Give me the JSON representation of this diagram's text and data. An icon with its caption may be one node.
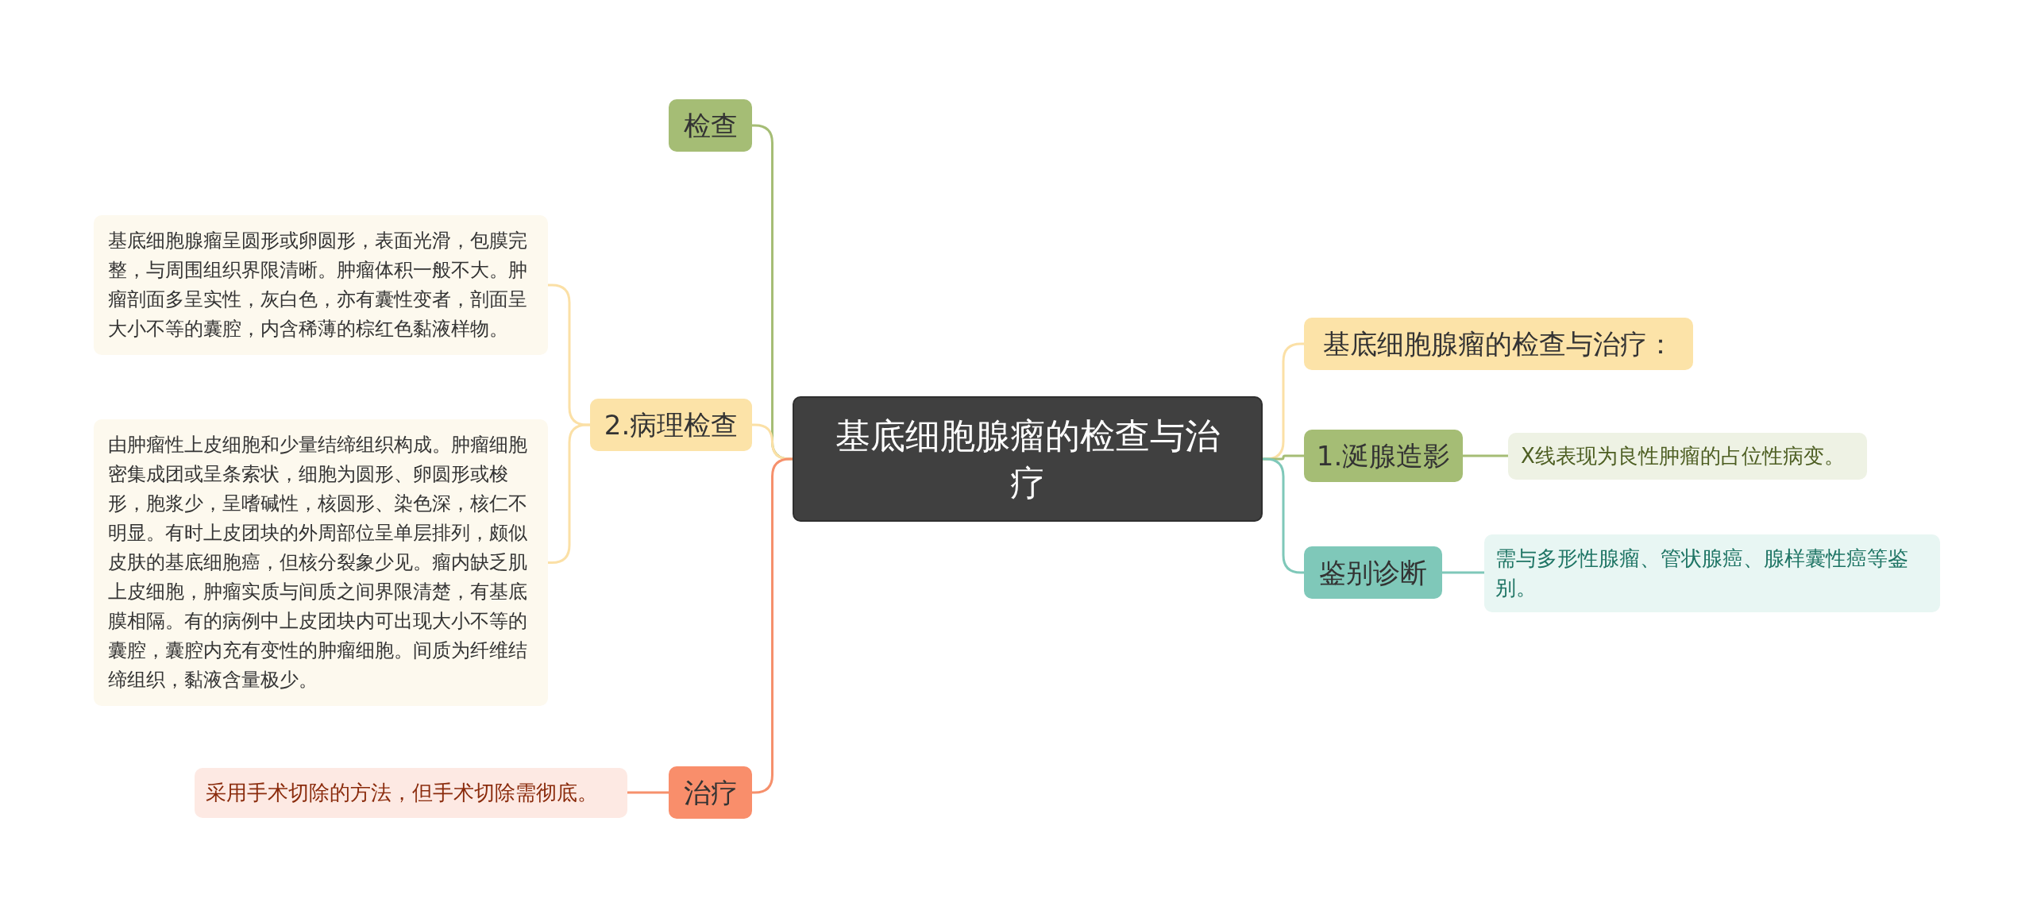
{
  "diagram": {
    "nodes": [
      {
        "text": [
          "基底细胞腺瘤的检查与治疗"
        ]
      },
      {
        "text": [
          "检查"
        ]
      },
      {
        "text": [
          "2.病理检查"
        ]
      },
      {
        "text": [
          "基底细胞腺瘤呈圆形或卵圆形，表面光滑，包膜完整，与周围组织界限清晰。肿瘤体积一般不大。肿瘤剖面多呈实性，灰白色，亦有囊性变者，剖面呈大小不等的囊腔，内含稀薄的棕红色黏液样物。"
        ]
      },
      {
        "text": [
          "由肿瘤性上皮细胞和少量结缔组织构成。肿瘤细胞密集成团或呈条索状，细胞为圆形、卵圆形或梭形，胞浆少，呈嗜碱性，核圆形、染色深，核仁不明显。有时上皮团块的外周部位呈单层排列，颇似皮肤的基底细胞癌，但核分裂象少见。瘤内缺乏肌上皮细胞，肿瘤实质与间质之间界限清楚，有基底膜相隔。有的病例中上皮团块内可出现大小不等的囊腔，囊腔内充有变性的肿瘤细胞。间质为纤维结缔组织，黏液含量极少。"
        ]
      },
      {
        "text": [
          "治疗"
        ]
      },
      {
        "text": [
          "采用手术切除的方法，但手术切除需彻底。"
        ]
      },
      {
        "text": [
          "基底细胞腺瘤的检查与治疗："
        ]
      },
      {
        "text": [
          "1.涎腺造影"
        ]
      },
      {
        "text": [
          "X线表现为良性肿瘤的占位性病变。"
        ]
      },
      {
        "text": [
          "鉴别诊断"
        ]
      },
      {
        "text": [
          "需与多形性腺瘤、管状腺癌、腺样囊性癌等鉴别。"
        ]
      }
    ],
    "edges": [
      {
        "from": 0,
        "to": 1,
        "arrow": "none",
        "color": "#a5bd75"
      },
      {
        "from": 0,
        "to": 2,
        "arrow": "none",
        "color": "#fbe0a6"
      },
      {
        "from": 2,
        "to": 3,
        "arrow": "none",
        "color": "#fbe0a6"
      },
      {
        "from": 2,
        "to": 4,
        "arrow": "none",
        "color": "#fbe0a6"
      },
      {
        "from": 0,
        "to": 5,
        "arrow": "none",
        "color": "#f6906c"
      },
      {
        "from": 5,
        "to": 6,
        "arrow": "none",
        "color": "#f6906c"
      },
      {
        "from": 0,
        "to": 7,
        "arrow": "none",
        "color": "#fbe0a6"
      },
      {
        "from": 0,
        "to": 8,
        "arrow": "none",
        "color": "#a5bd75"
      },
      {
        "from": 8,
        "to": 9,
        "arrow": "none",
        "color": "#a5bd75"
      },
      {
        "from": 0,
        "to": 10,
        "arrow": "none",
        "color": "#7fc8b9"
      },
      {
        "from": 10,
        "to": 11,
        "arrow": "none",
        "color": "#7fc8b9"
      }
    ]
  }
}
